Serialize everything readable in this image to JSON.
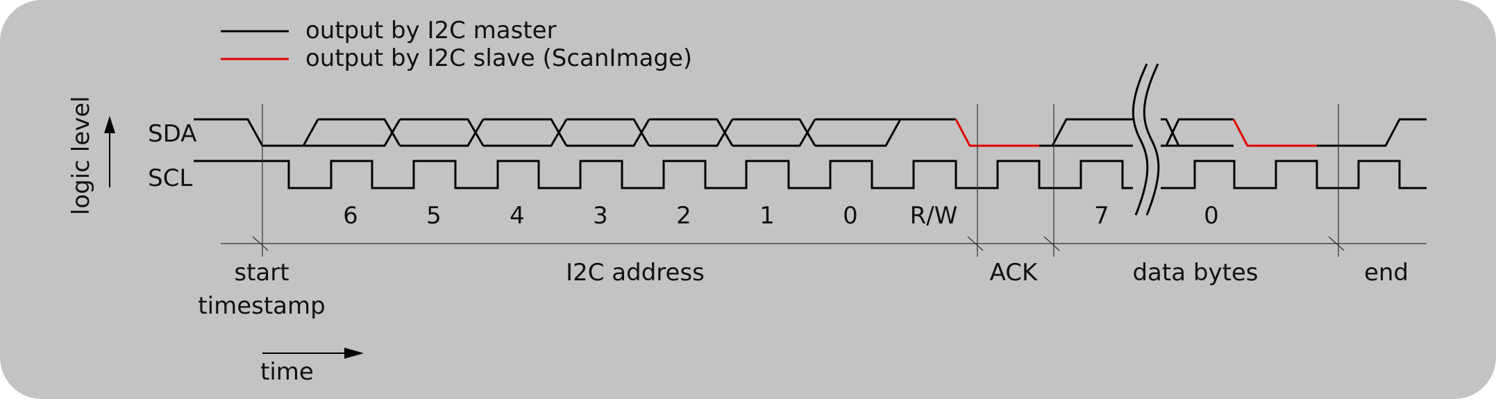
{
  "legend": {
    "master": "output by I2C master",
    "slave": "output by I2C slave (ScanImage)",
    "master_color": "#000000",
    "slave_color": "#e00000"
  },
  "signals": {
    "sda": "SDA",
    "scl": "SCL"
  },
  "axis": {
    "y_label": "logic level",
    "x_label": "time"
  },
  "bits": {
    "address": [
      "6",
      "5",
      "4",
      "3",
      "2",
      "1",
      "0",
      "R/W"
    ],
    "data": [
      "7",
      "0"
    ]
  },
  "sections": {
    "start": "start",
    "timestamp": "timestamp",
    "address": "I2C address",
    "ack": "ACK",
    "data": "data bytes",
    "end": "end"
  },
  "colors": {
    "background": "#c3c3c3"
  }
}
